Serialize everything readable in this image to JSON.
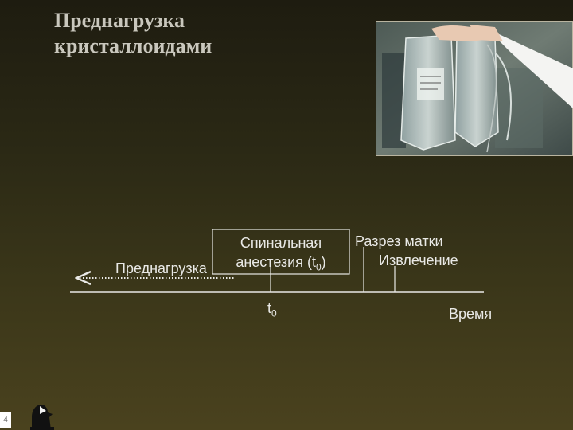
{
  "title": {
    "line1": "Преднагрузка",
    "line2": "кристаллоидами"
  },
  "timeline": {
    "preload_label": "Преднагрузка",
    "spinal_line1": "Спинальная",
    "spinal_line2_prefix": "анестезия (t",
    "spinal_line2_sub": "0",
    "spinal_line2_suffix": ")",
    "incision_label": "Разрез матки",
    "extraction_label": "Извлечение",
    "t0_main": "t",
    "t0_sub": "0",
    "time_label": "Время"
  },
  "footer": {
    "page_number": "4"
  },
  "colors": {
    "background_top": "#1e1c10",
    "background_bottom": "#4a421e",
    "text_light": "#e9e9e6",
    "title_color": "#c9c7bd"
  },
  "icons": [
    "iv-bags-photo",
    "logo-icon"
  ]
}
